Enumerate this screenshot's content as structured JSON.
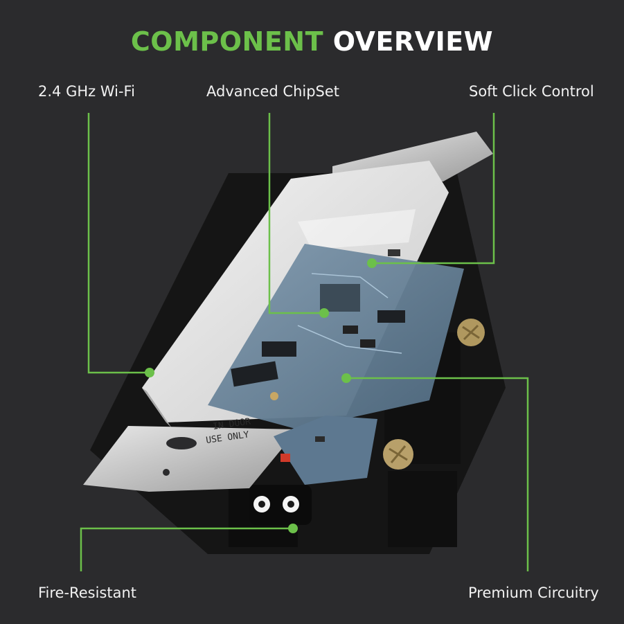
{
  "title": {
    "accent": "COMPONENT",
    "main": "OVERVIEW"
  },
  "callouts": {
    "wifi": "2.4 GHz Wi-Fi",
    "chipset": "Advanced ChipSet",
    "soft_click": "Soft Click Control",
    "fire_resistant": "Fire-Resistant",
    "circuitry": "Premium Circuitry"
  },
  "plate_text": {
    "line1": "IN DOOR",
    "line2": "USE ONLY"
  },
  "colors": {
    "accent": "#6cc04a",
    "background": "#2b2b2d"
  }
}
